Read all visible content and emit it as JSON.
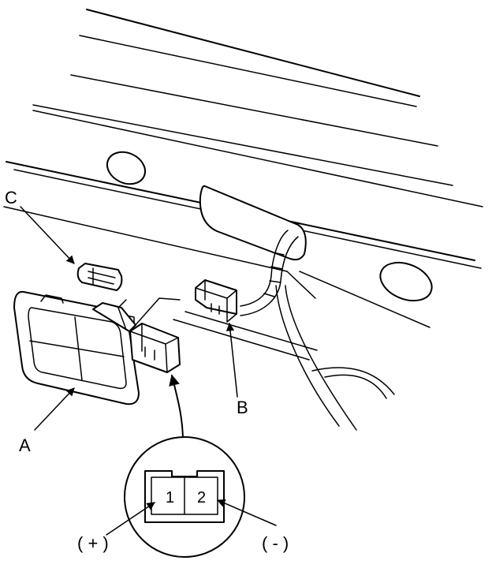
{
  "callouts": {
    "a": "A",
    "b": "B",
    "c": "C"
  },
  "connector_detail": {
    "pin1": "1",
    "pin2": "2",
    "positive": "( + )",
    "negative": "( - )"
  }
}
